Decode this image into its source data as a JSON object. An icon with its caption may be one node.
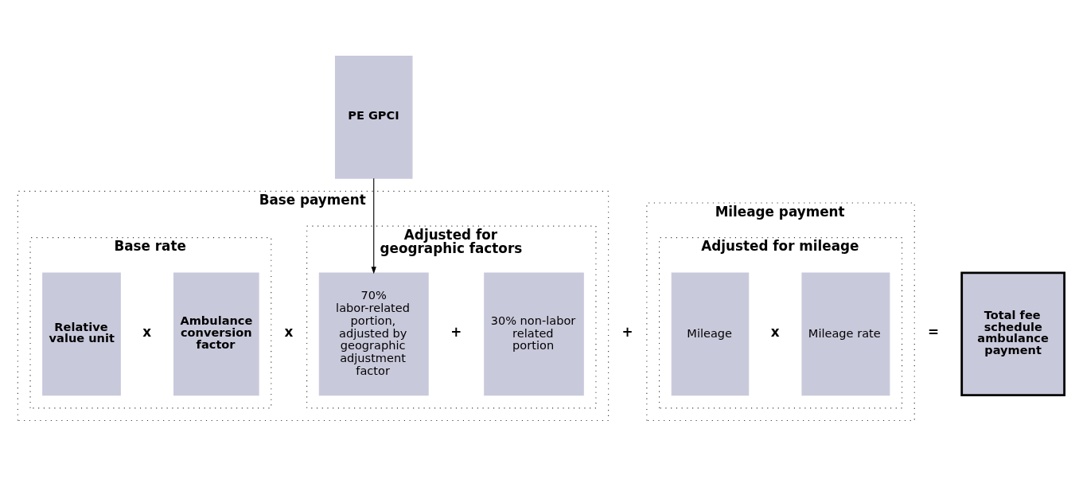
{
  "diagram": {
    "nodes": [
      {
        "text": [
          "Base payment"
        ]
      },
      {
        "text": [
          "Base rate"
        ],
        "in": 0
      },
      {
        "text": [
          "Relative value unit"
        ],
        "in": 1
      },
      {
        "text": [
          "Ambulance conversion factor"
        ],
        "in": 1
      },
      {
        "text": [
          "Adjusted for geographic factors"
        ],
        "in": 0
      },
      {
        "text": [
          "70% labor-related portion, adjusted by geographic adjustment factor"
        ],
        "in": 4
      },
      {
        "text": [
          "30% non-labor related portion"
        ],
        "in": 4
      },
      {
        "text": [
          "Mileage payment"
        ]
      },
      {
        "text": [
          "Adjusted for mileage"
        ],
        "in": 7
      },
      {
        "text": [
          "Mileage"
        ],
        "in": 8
      },
      {
        "text": [
          "Mileage rate"
        ],
        "in": 8
      },
      {
        "text": [
          "Total fee schedule ambulance payment"
        ]
      },
      {
        "text": [
          "PE GPCI"
        ]
      }
    ],
    "edges": [
      {
        "from": 12,
        "to": 5,
        "arrow": "to"
      }
    ],
    "labels": [
      "x",
      "x",
      "+",
      "+",
      "x",
      "="
    ]
  }
}
